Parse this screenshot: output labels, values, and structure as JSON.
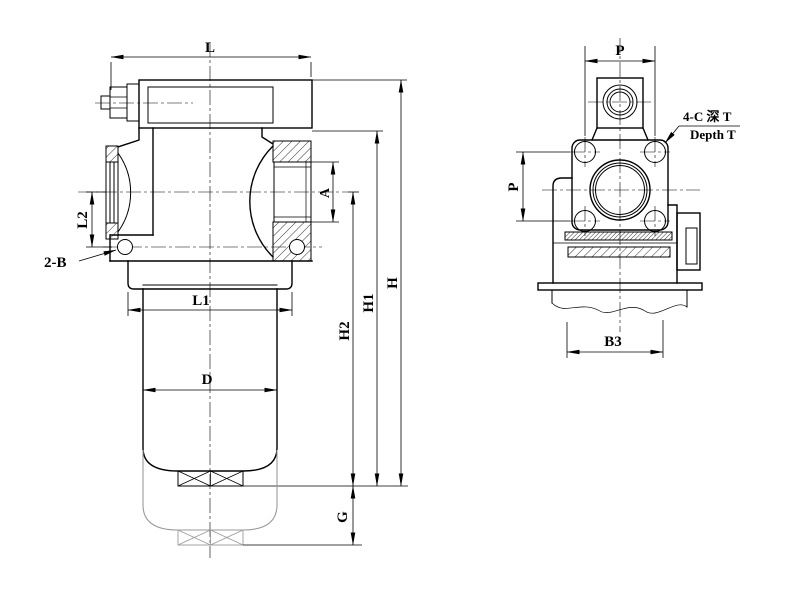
{
  "drawing": {
    "type": "engineering-dimensional-drawing",
    "background_color": "#ffffff",
    "line_color": "#000000",
    "phantom_color": "#9a9a9a",
    "front_view": {
      "name": "front-view-line-filter",
      "dims": {
        "L": "L",
        "L1": "L1",
        "L2": "L2",
        "D": "D",
        "A": "A",
        "H": "H",
        "H1": "H1",
        "H2": "H2",
        "G": "G",
        "mount_holes_note": "2-B"
      }
    },
    "side_view": {
      "name": "side-view-line-filter",
      "dims": {
        "P_top": "P",
        "P_left": "P",
        "B3": "B3"
      },
      "tapped_hole_note": {
        "line1": "4-C 深 T",
        "line2": "Depth T"
      }
    }
  }
}
